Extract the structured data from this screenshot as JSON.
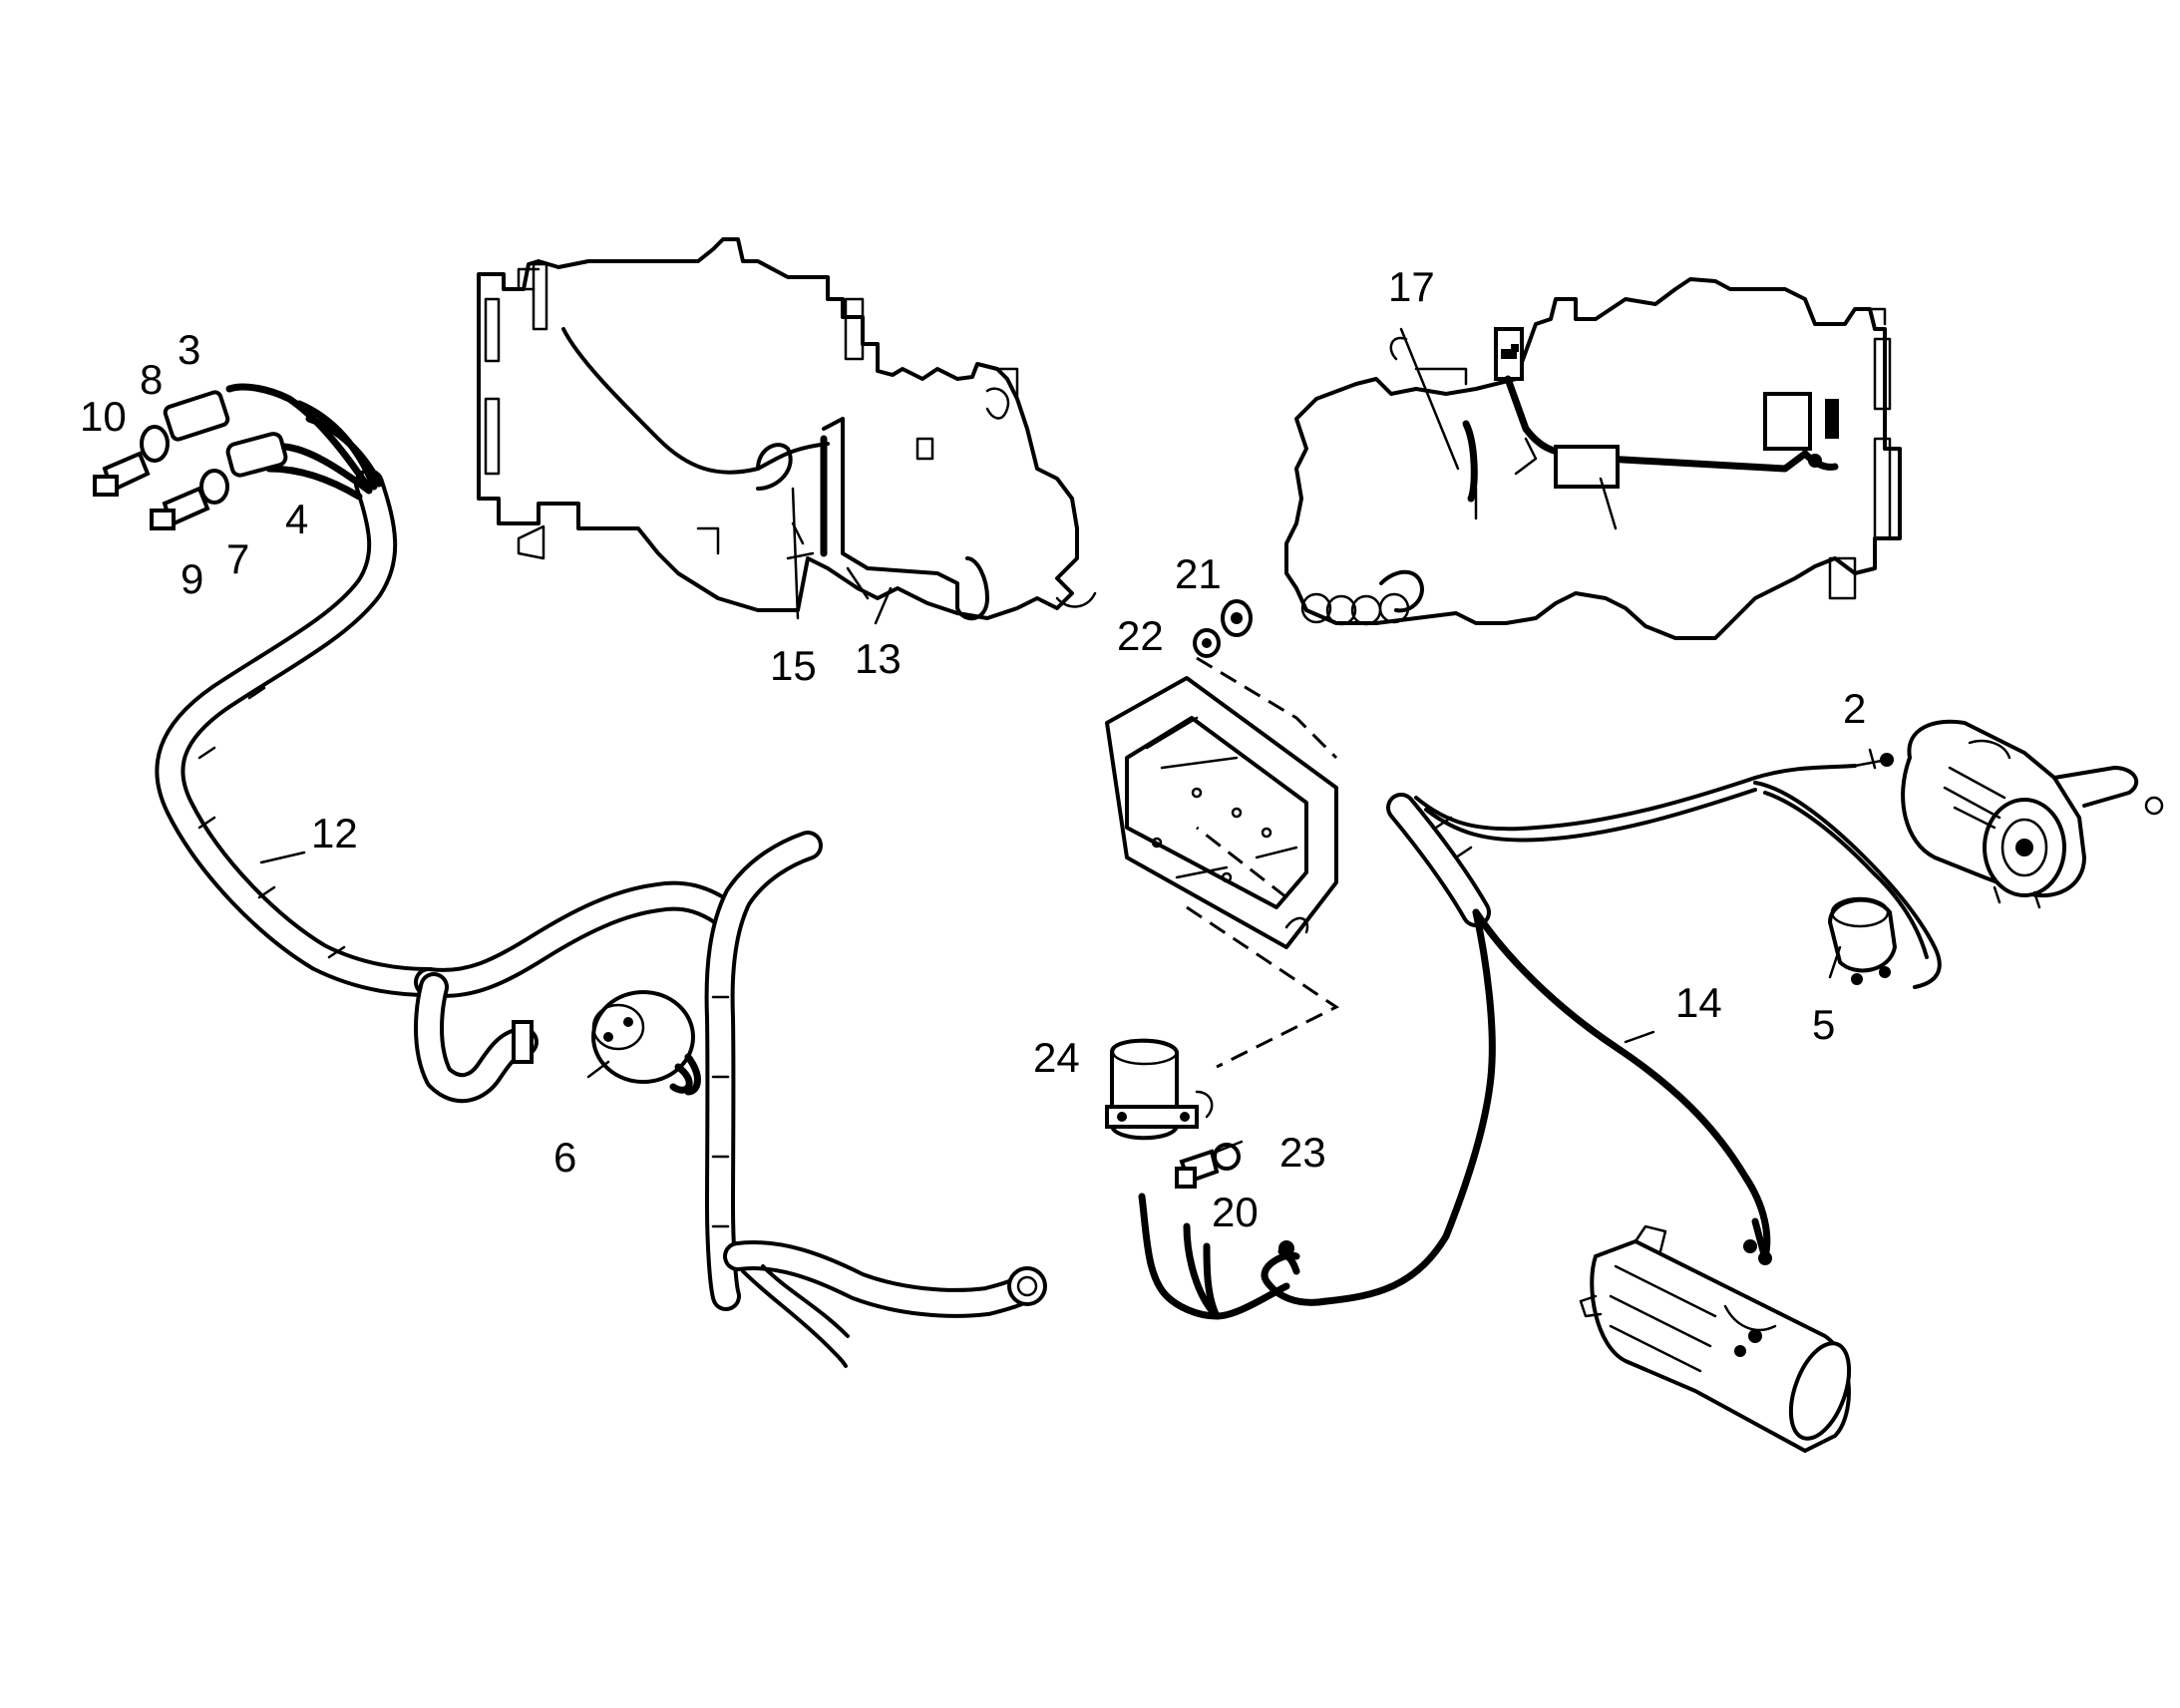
{
  "diagram": {
    "callouts": [
      {
        "id": "c2",
        "label": "2"
      },
      {
        "id": "c3",
        "label": "3"
      },
      {
        "id": "c4",
        "label": "4"
      },
      {
        "id": "c5",
        "label": "5"
      },
      {
        "id": "c6",
        "label": "6"
      },
      {
        "id": "c7",
        "label": "7"
      },
      {
        "id": "c8",
        "label": "8"
      },
      {
        "id": "c9",
        "label": "9"
      },
      {
        "id": "c10",
        "label": "10"
      },
      {
        "id": "c12",
        "label": "12"
      },
      {
        "id": "c13",
        "label": "13"
      },
      {
        "id": "c14",
        "label": "14"
      },
      {
        "id": "c15",
        "label": "15"
      },
      {
        "id": "c17",
        "label": "17"
      },
      {
        "id": "c20",
        "label": "20"
      },
      {
        "id": "c21",
        "label": "21"
      },
      {
        "id": "c22",
        "label": "22"
      },
      {
        "id": "c23",
        "label": "23"
      },
      {
        "id": "c24",
        "label": "24"
      }
    ]
  }
}
